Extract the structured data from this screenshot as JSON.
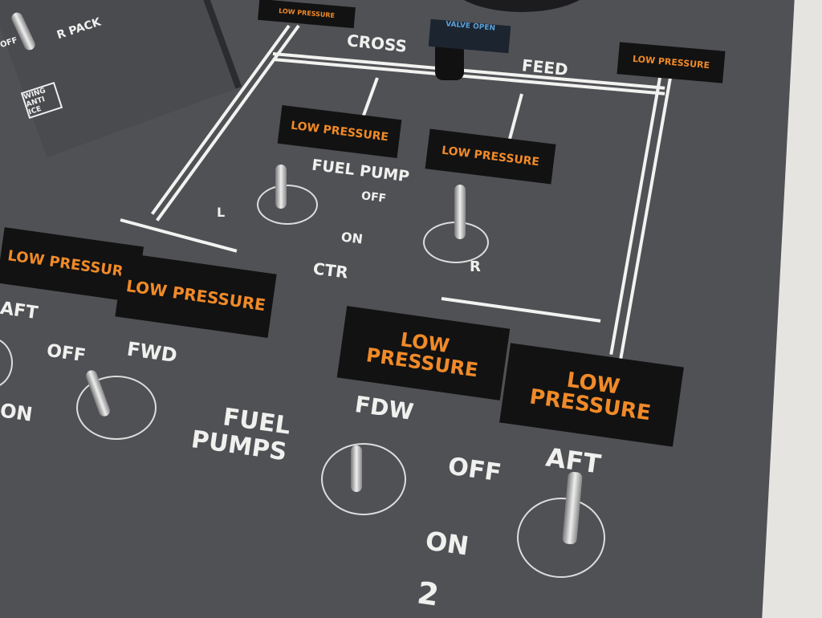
{
  "left_panel": {
    "r_pack": "R PACK",
    "off": "OFF",
    "wing_anti_ice": "WING ANTI ICE"
  },
  "crossfeed": {
    "cross": "CROSS",
    "feed": "FEED",
    "valve_open": "VALVE OPEN"
  },
  "low_pressure": "LOW PRESSURE",
  "fuel_pump": {
    "title": "FUEL PUMP",
    "off": "OFF",
    "on": "ON",
    "l": "L",
    "r": "R",
    "ctr": "CTR"
  },
  "fuel_pumps": {
    "title": "FUEL PUMPS",
    "fwd": "FWD",
    "fdw": "FDW",
    "aft_left": "AFT",
    "aft": "AFT",
    "off_left": "OFF",
    "on_left": "ON",
    "off": "OFF",
    "on": "ON",
    "number": "2"
  },
  "colors": {
    "panel": "#505155",
    "annunciator_text": "#f08a28",
    "legend": "#f0f0ee"
  }
}
